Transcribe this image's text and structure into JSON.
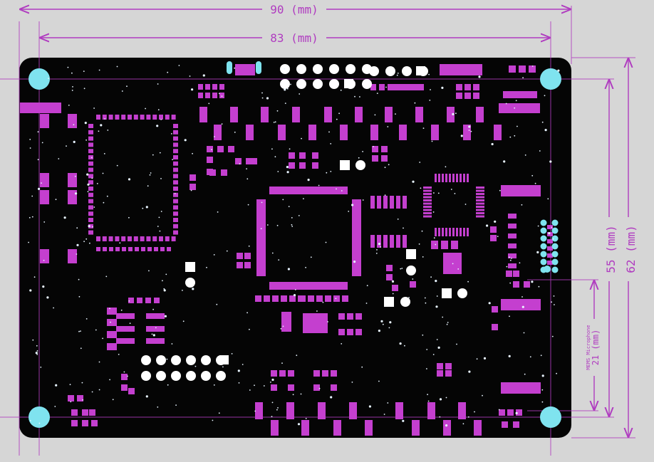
{
  "colors": {
    "background": "#d6d6d6",
    "board": "#000000",
    "pad": "#c43fcf",
    "mounting_hole": "#7fe3ef",
    "dimension": "#b03cc0",
    "through_hole": "#ffffff",
    "square_pad": "#ffffff",
    "via": "#e8f4ff"
  },
  "dimensions": {
    "width_outer": "90 (mm)",
    "width_inner": "83 (mm)",
    "height_inner": "55 (mm)",
    "height_outer": "62 (mm)",
    "mic_offset": "21 (mm)",
    "mic_label": "MEMS Microphone"
  },
  "icons": {
    "mounting_hole": "circle",
    "through_hole": "circle",
    "square_pad": "square"
  }
}
